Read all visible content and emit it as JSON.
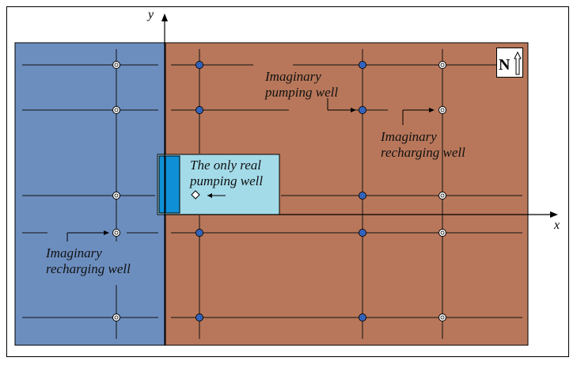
{
  "axes": {
    "x_label": "x",
    "y_label": "y"
  },
  "labels": {
    "real_well": [
      "The only real",
      "pumping well"
    ],
    "imag_pumping": [
      "Imaginary",
      "pumping well"
    ],
    "imag_recharge_right": [
      "Imaginary",
      "recharging well"
    ],
    "imag_recharge_left": [
      "Imaginary",
      "recharging well"
    ]
  },
  "north_arrow": {
    "letter": "N",
    "icon": "north-arrow-icon"
  },
  "colors": {
    "left_region": "#6c8ebf",
    "right_region": "#b8775a",
    "real_well_box": "#a3dbe9",
    "real_well_strip": "#0f8fd6",
    "pumping_well": "#3d74d6",
    "recharge_well": "#ffffff"
  }
}
